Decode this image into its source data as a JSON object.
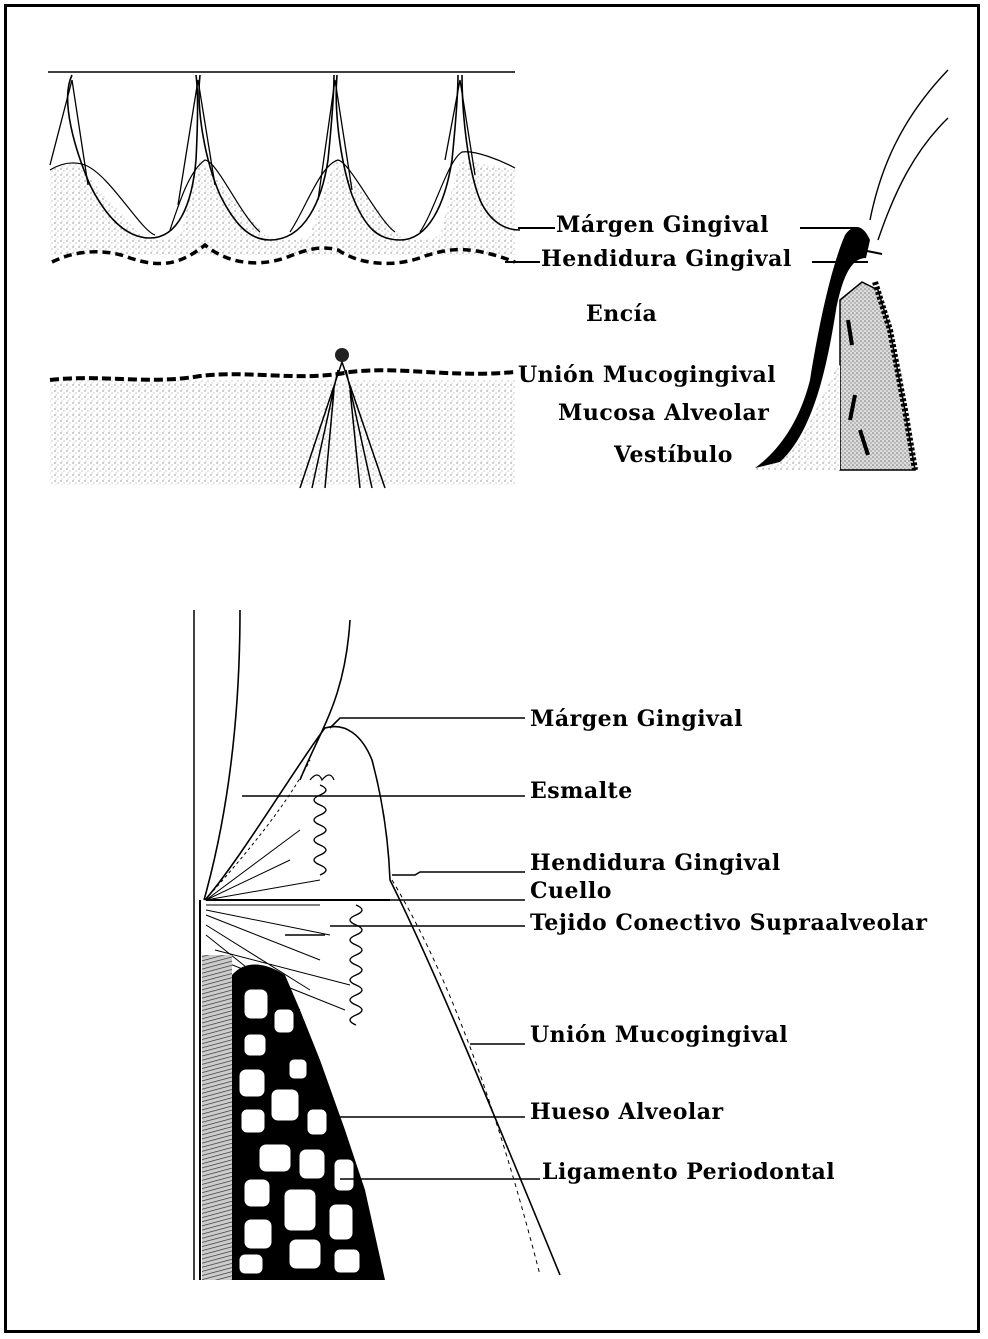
{
  "top_diagram": {
    "labels": {
      "margen_gingival": "Márgen Gingival",
      "hendidura_gingival": "Hendidura Gingival",
      "encia": "Encía",
      "union_mucogingival": "Unión Mucogingival",
      "mucosa_alveolar": "Mucosa Alveolar",
      "vestibulo": "Vestíbulo"
    }
  },
  "bottom_diagram": {
    "labels": {
      "margen_gingival": "Márgen Gingival",
      "esmalte": "Esmalte",
      "hendidura_gingival": "Hendidura Gingival",
      "cuello": "Cuello",
      "tejido_conectivo": "Tejido Conectivo Supraalveolar",
      "union_mucogingival": "Unión Mucogingival",
      "hueso_alveolar": "Hueso Alveolar",
      "ligamento_periodontal": "Ligamento Periodontal"
    }
  }
}
